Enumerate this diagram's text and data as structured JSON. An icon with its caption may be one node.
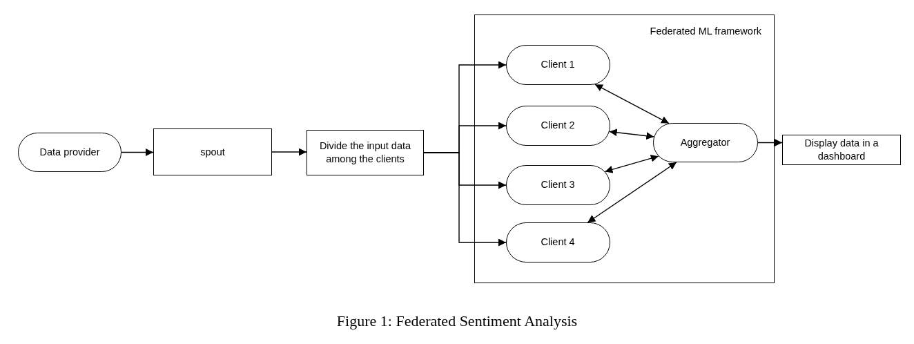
{
  "diagram": {
    "caption": "Figure 1: Federated Sentiment Analysis",
    "nodes": [
      {
        "text": [
          "Data provider"
        ]
      },
      {
        "text": [
          "spout"
        ]
      },
      {
        "text": [
          "Divide the input data among the clients"
        ]
      },
      {
        "text": [
          "Federated ML framework"
        ]
      },
      {
        "text": [
          "Client 1"
        ],
        "in": 3
      },
      {
        "text": [
          "Client 2"
        ],
        "in": 3
      },
      {
        "text": [
          "Client 3"
        ],
        "in": 3
      },
      {
        "text": [
          "Client 4"
        ],
        "in": 3
      },
      {
        "text": [
          "Aggregator"
        ],
        "in": 3
      },
      {
        "text": [
          "Display data in a dashboard"
        ]
      }
    ],
    "edges": [
      {
        "from": 0,
        "to": 1,
        "arrow": "to"
      },
      {
        "from": 1,
        "to": 2,
        "arrow": "to"
      },
      {
        "from": 2,
        "to": 4,
        "arrow": "to"
      },
      {
        "from": 2,
        "to": 5,
        "arrow": "to"
      },
      {
        "from": 2,
        "to": 6,
        "arrow": "to"
      },
      {
        "from": 2,
        "to": 7,
        "arrow": "to"
      },
      {
        "from": 4,
        "to": 8,
        "arrow": "both"
      },
      {
        "from": 5,
        "to": 8,
        "arrow": "both"
      },
      {
        "from": 6,
        "to": 8,
        "arrow": "both"
      },
      {
        "from": 7,
        "to": 8,
        "arrow": "both"
      },
      {
        "from": 8,
        "to": 9,
        "arrow": "to"
      }
    ]
  }
}
